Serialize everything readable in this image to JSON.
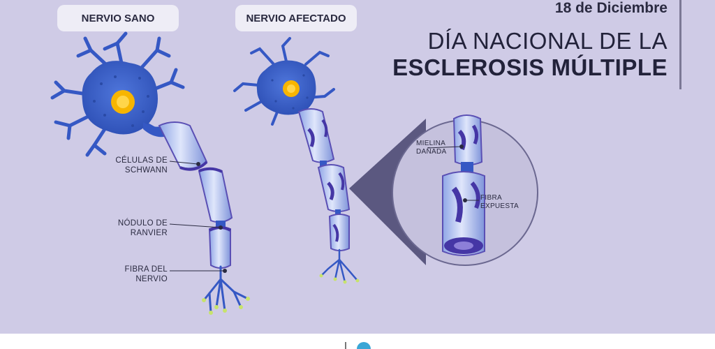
{
  "header": {
    "date": "18 de Diciembre",
    "title_line1": "DÍA NACIONAL DE LA",
    "title_line2": "ESCLEROSIS MÚLTIPLE"
  },
  "panels": {
    "healthy_label": "NERVIO SANO",
    "affected_label": "NERVIO AFECTADO"
  },
  "labels": {
    "schwann_line1": "CÉLULAS DE",
    "schwann_line2": "SCHWANN",
    "ranvier_line1": "NÓDULO DE",
    "ranvier_line2": "RANVIER",
    "fiber_line1": "FIBRA DEL",
    "fiber_line2": "NERVIO",
    "damaged_line1": "MIELINA",
    "damaged_line2": "DAÑADA",
    "exposed_line1": "FIBRA",
    "exposed_line2": "EXPUESTA"
  },
  "colors": {
    "background": "#cfcbe6",
    "neuron": "#3d63c9",
    "neuron_dark": "#24409a",
    "nucleus": "#f7b500",
    "myelin": "#a9c2f0",
    "myelin_edge": "#5a4fb4",
    "magnifier": "#c5c1dd",
    "cone": "#5b5880"
  }
}
